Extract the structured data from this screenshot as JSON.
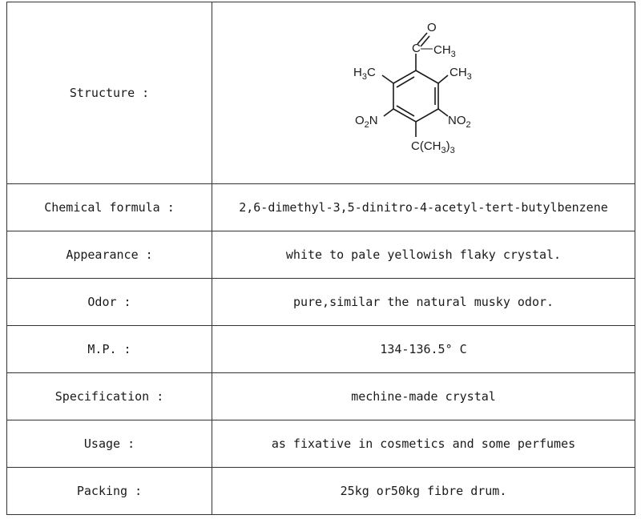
{
  "rows": [
    {
      "label": "Structure :",
      "value": ""
    },
    {
      "label": "Chemical formula :",
      "value": "2,6-dimethyl-3,5-dinitro-4-acetyl-tert-butylbenzene"
    },
    {
      "label": "Appearance :",
      "value": "white to pale yellowish flaky crystal."
    },
    {
      "label": "Odor :",
      "value": "pure,similar the natural musky odor."
    },
    {
      "label": "M.P. :",
      "value": "134-136.5° C"
    },
    {
      "label": "Specification :",
      "value": "mechine-made crystal"
    },
    {
      "label": "Usage :",
      "value": "as fixative in cosmetics and some perfumes"
    },
    {
      "label": "Packing :",
      "value": "25kg or50kg fibre drum."
    }
  ],
  "structure": {
    "carbonyl_o": "O",
    "acetyl_c": "C",
    "acetyl_dash": "—",
    "ch3": "CH",
    "ch3_sub": "3",
    "left_methyl_h": "H",
    "left_methyl_sub": "3",
    "left_methyl_c": "C",
    "nitro_left_o": "O",
    "nitro_left_sub": "2",
    "nitro_left_n": "N",
    "nitro_right": "NO",
    "nitro_right_sub": "2",
    "tbutyl": "C(CH",
    "tbutyl_sub": "3",
    "tbutyl_close": ")",
    "tbutyl_sub2": "3"
  }
}
